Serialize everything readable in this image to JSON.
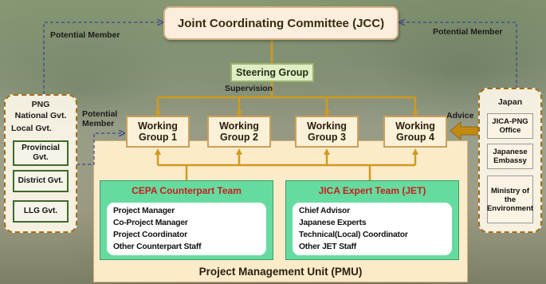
{
  "jcc": {
    "title": "Joint Coordinating Committee (JCC)"
  },
  "steering": {
    "label": "Steering Group",
    "supervision": "Supervision"
  },
  "potential_member_left": "Potential Member",
  "potential_member_right": "Potential Member",
  "potential_member_mid": "Potential Member",
  "advice": "Advice",
  "working_groups": [
    {
      "line1": "Working",
      "line2": "Group 1"
    },
    {
      "line1": "Working",
      "line2": "Group 2"
    },
    {
      "line1": "Working",
      "line2": "Group 3"
    },
    {
      "line1": "Working",
      "line2": "Group 4"
    }
  ],
  "png": {
    "title": "PNG",
    "national": "National Gvt.",
    "local": "Local Gvt.",
    "provincial": "Provincial Gvt.",
    "district": "District Gvt.",
    "llg": "LLG Gvt."
  },
  "japan": {
    "title": "Japan",
    "items": [
      "JICA-PNG Office",
      "Japanese Embassy",
      "Ministry of the Environment"
    ]
  },
  "cepa_team": {
    "title": "CEPA Counterpart Team",
    "members": [
      "Project Manager",
      "Co-Project Manager",
      "Project Coordinator",
      "Other Counterpart Staff"
    ]
  },
  "jica_team": {
    "title": "JICA Expert Team (JET)",
    "members": [
      "Chief Advisor",
      "Japanese Experts",
      "Technical(Local) Coordinator",
      "Other JET Staff"
    ]
  },
  "pmu": {
    "title": "Project Management Unit (PMU)"
  },
  "colors": {
    "connector": "#d09a1e",
    "dashed": "#3a4a8a",
    "advice_arrow": "#c28a12",
    "team_fill": "#66dba0",
    "team_title": "#c81e1e"
  }
}
